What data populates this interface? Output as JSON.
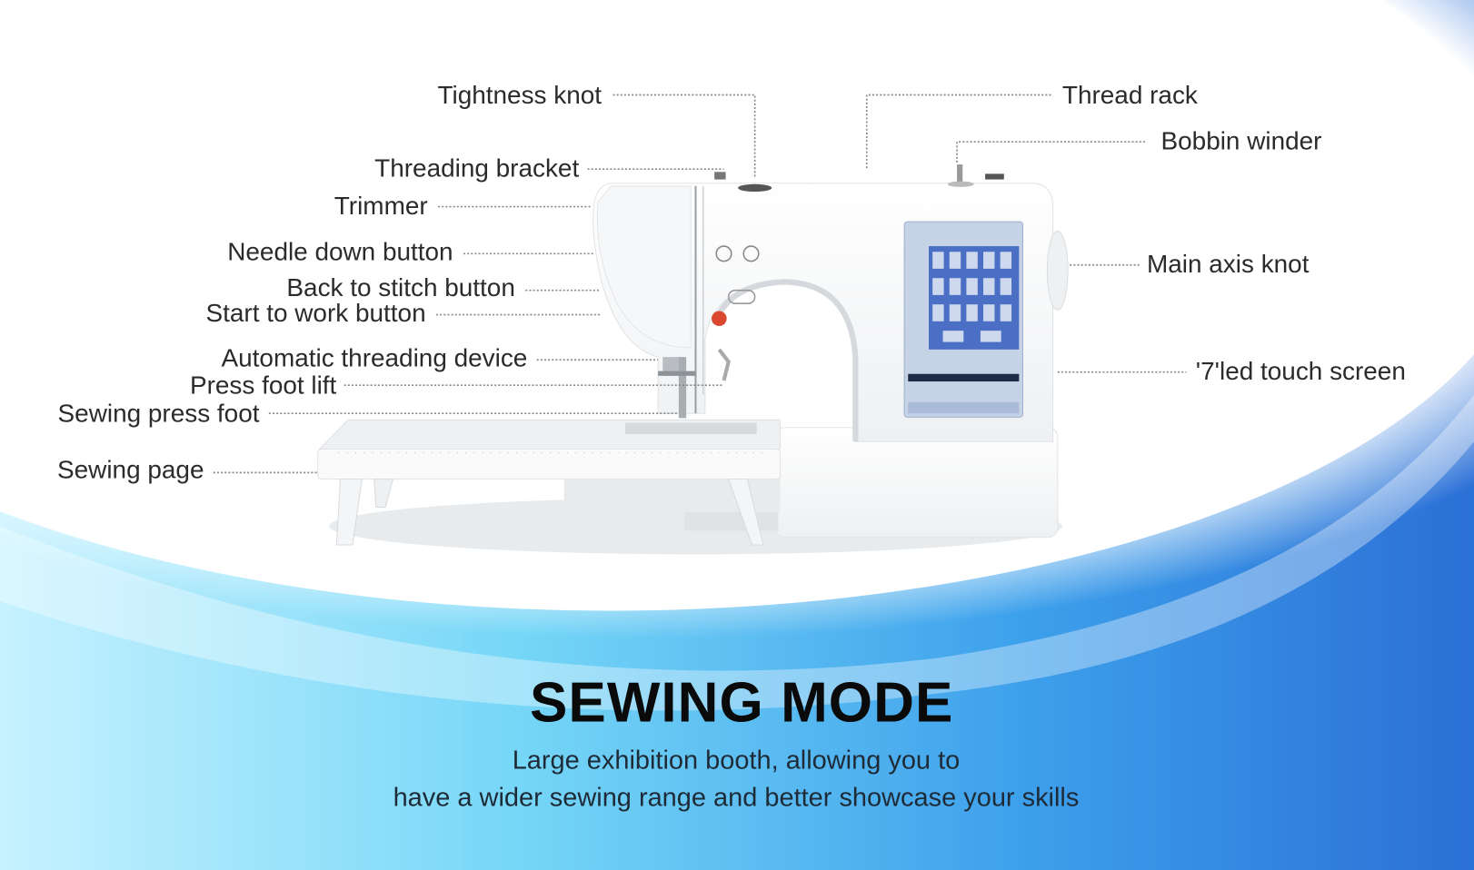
{
  "labels_left": [
    "Tightness knot",
    "Threading bracket",
    "Trimmer",
    "Needle down button",
    "Back to stitch button",
    "Start to work button",
    "Automatic threading device",
    "Press foot lift",
    "Sewing press foot",
    "Sewing page"
  ],
  "labels_right": [
    "Thread rack",
    "Bobbin winder",
    "Main axis knot",
    "'7'led touch screen"
  ],
  "headline": "SEWING MODE",
  "subtitle_lines": [
    "Large exhibition booth, allowing you to",
    "have a wider sewing range and better showcase your skills"
  ],
  "colors": {
    "blue_deep": "#0a63d8",
    "blue_light": "#8fe0fb",
    "screen_blue": "#4a6fc4",
    "button_red": "#d9482f"
  }
}
